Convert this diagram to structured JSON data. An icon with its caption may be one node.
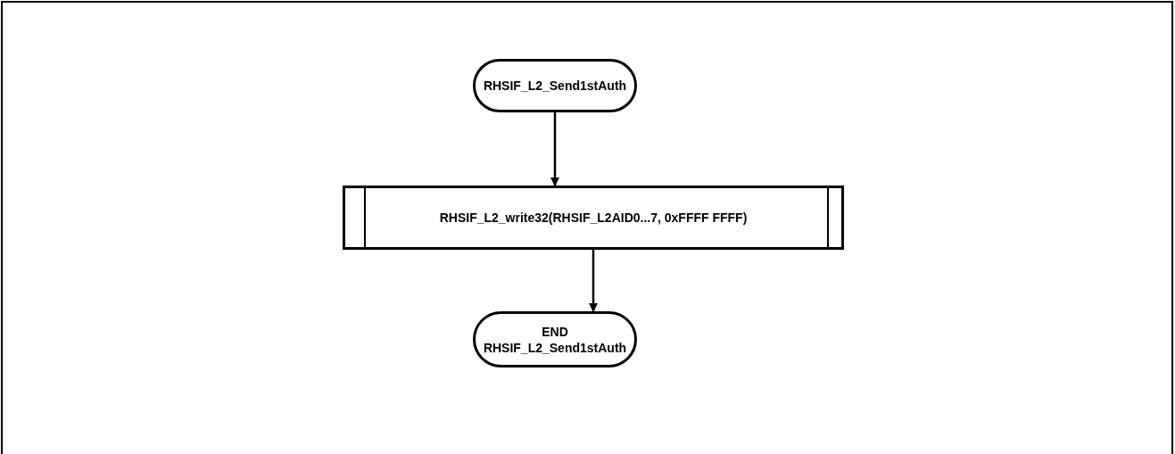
{
  "diagram": {
    "nodes": [
      {
        "text": [
          "RHSIF_L2_Send1stAuth"
        ]
      },
      {
        "text": [
          "RHSIF_L2_write32(RHSIF_L2AID0...7, 0xFFFF FFFF)"
        ]
      },
      {
        "text": [
          "END",
          "RHSIF_L2_Send1stAuth"
        ]
      }
    ],
    "edges": [
      {
        "from": 0,
        "to": 1,
        "arrow": "to"
      },
      {
        "from": 1,
        "to": 2,
        "arrow": "to"
      }
    ]
  }
}
